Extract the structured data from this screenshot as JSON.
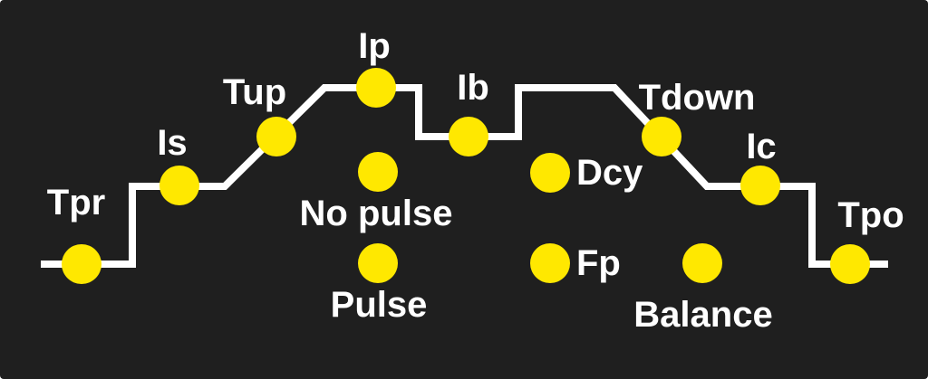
{
  "panel": {
    "background": "#1f1f1f",
    "line_color": "#ffffff",
    "indicator_color": "#ffe800"
  },
  "labels": {
    "tpr": "Tpr",
    "is": "Is",
    "tup": "Tup",
    "ip": "Ip",
    "ib": "Ib",
    "tdown": "Tdown",
    "ic": "Ic",
    "tpo": "Tpo",
    "no_pulse": "No pulse",
    "pulse": "Pulse",
    "dcy": "Dcy",
    "fp": "Fp",
    "balance": "Balance"
  }
}
